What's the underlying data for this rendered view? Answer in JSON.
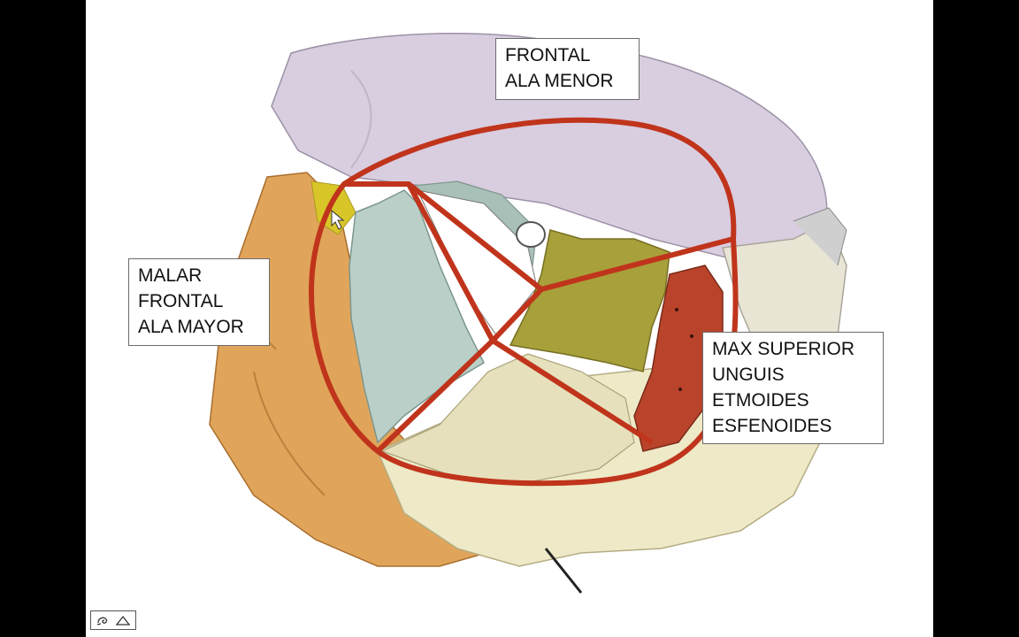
{
  "slide": {
    "illustration": "orbit-bones-anatomy",
    "colors": {
      "frontal": "#d9cde0",
      "malar": "#e0a55a",
      "maxilar": "#eee9c6",
      "etmoides": "#b9cfc7",
      "esfenoides": "#a8a03a",
      "unguis": "#b9442b",
      "outline": "#c0341c"
    },
    "labels": {
      "top": [
        "FRONTAL",
        "ALA MENOR"
      ],
      "left": [
        "MALAR",
        "FRONTAL",
        "ALA MAYOR"
      ],
      "right": [
        "MAX SUPERIOR",
        "UNGUIS",
        "ETMOIDES",
        "ESFENOIDES"
      ]
    }
  },
  "controls": {
    "icons": [
      "slideshow-pen-icon",
      "slideshow-menu-icon"
    ]
  }
}
